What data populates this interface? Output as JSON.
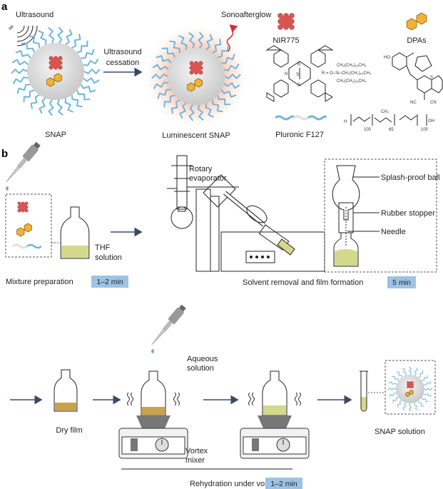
{
  "panel_a": {
    "label": "a",
    "ultrasound": "Ultrasound",
    "snap": "SNAP",
    "cessation_line1": "Ultrasound",
    "cessation_line2": "cessation",
    "luminescent_snap": "Luminescent SNAP",
    "sonoafterglow": "Sonoafterglow",
    "nir775": "NIR775",
    "dpas": "DPAs",
    "pluronic": "Pluronic F127",
    "r_group": [
      "R = O–Si–CH₂(CH₂)₁₆CH₃",
      "CH₂(CH₂)₁₆CH₃",
      "CH₂(CH₂)₁₆CH₃"
    ],
    "polymer_subscripts": [
      "100",
      "65",
      "100"
    ],
    "polymer_labels": [
      "H",
      "CH₃",
      "OH"
    ],
    "dpa_labels": [
      "HO",
      "S",
      "NC",
      "CN"
    ],
    "pc_labels": [
      "R",
      "Si",
      "R",
      "N"
    ]
  },
  "panel_b": {
    "label": "b",
    "thf_line1": "THF",
    "thf_line2": "solution",
    "mixture_preparation": "Mixture preparation",
    "mixture_time": "1–2 min",
    "rotary_line1": "Rotary",
    "rotary_line2": "evaporator",
    "solvent_removal": "Solvent removal and film formation",
    "solvent_time": "5 min",
    "splash_proof_ball": "Splash-proof ball",
    "rubber_stopper": "Rubber stopper",
    "needle": "Needle",
    "dry_film": "Dry film",
    "aqueous_line1": "Aqueous",
    "aqueous_line2": "solution",
    "vortex_line1": "Vortex",
    "vortex_line2": "mixer",
    "snap_solution": "SNAP solution",
    "rehydration": "Rehydration under vortex",
    "rehydration_time": "1–2 min"
  },
  "colors": {
    "chain_blue": "#6fb6e0",
    "nir_red": "#d9544f",
    "dpa_orange": "#f2b233",
    "liquid_green": "#d4d88a",
    "film_brown": "#c9a24a",
    "badge_blue": "#9cc3e4",
    "arrow": "#3a4a66"
  }
}
